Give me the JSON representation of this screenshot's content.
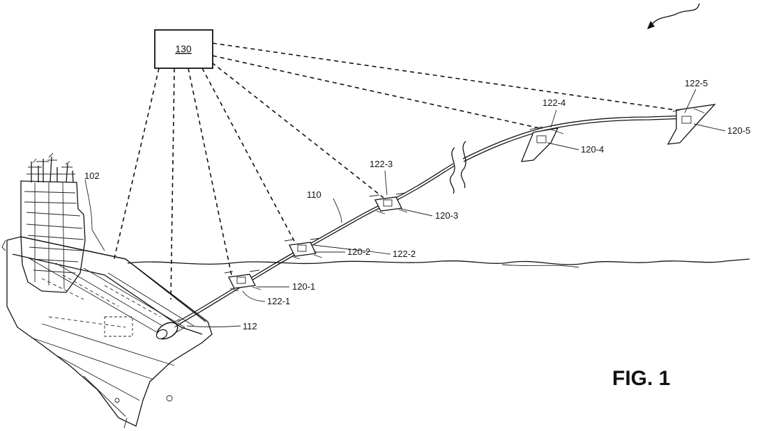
{
  "figure": {
    "caption": "FIG. 1",
    "controller_label": "130",
    "labels": {
      "ship": "102",
      "tether": "110",
      "winch": "112",
      "drone_1": "120-1",
      "drone_2": "120-2",
      "drone_3": "120-3",
      "drone_4": "120-4",
      "drone_5": "120-5",
      "link_1": "122-1",
      "link_2": "122-2",
      "link_3": "122-3",
      "link_4": "122-4",
      "link_5": "122-5"
    }
  }
}
